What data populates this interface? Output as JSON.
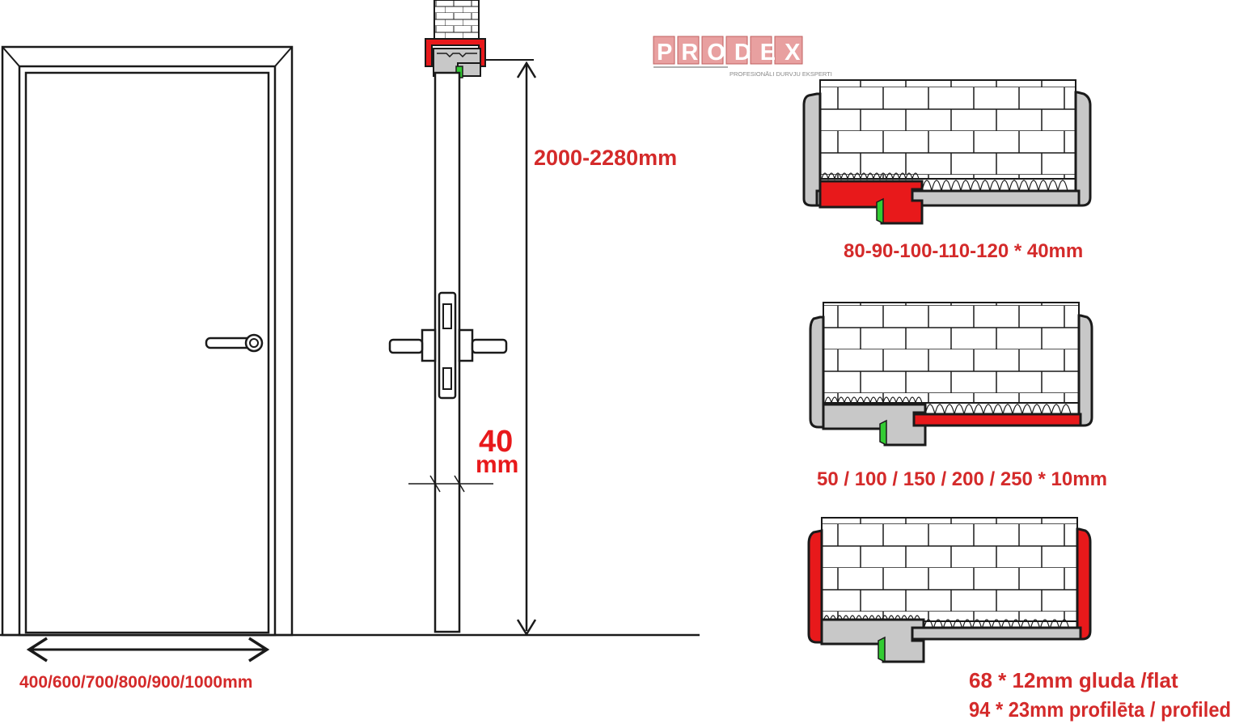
{
  "brand": {
    "logo_text": "PRODEX",
    "tagline": "PROFESIONĀLI DURVJU EKSPERTI",
    "accent_color": "#d42a2a",
    "logo_color": "#e8a0a0"
  },
  "colors": {
    "dimension_red": "#e8191b",
    "frame_gray": "#c8c8c8",
    "seal_green": "#33cc33",
    "line": "#1a1a1a"
  },
  "labels": {
    "door_width": "400/600/700/800/900/1000mm",
    "door_height": "2000-2280mm",
    "thickness_value": "40",
    "thickness_unit": "mm",
    "frame_1": "80-90-100-110-120 * 40mm",
    "frame_2": "50 / 100 / 150 / 200 / 250 * 10mm",
    "frame_3_line1": "68 * 12mm gluda /flat",
    "frame_3_line2": "94 * 23mm profilēta / profiled"
  }
}
